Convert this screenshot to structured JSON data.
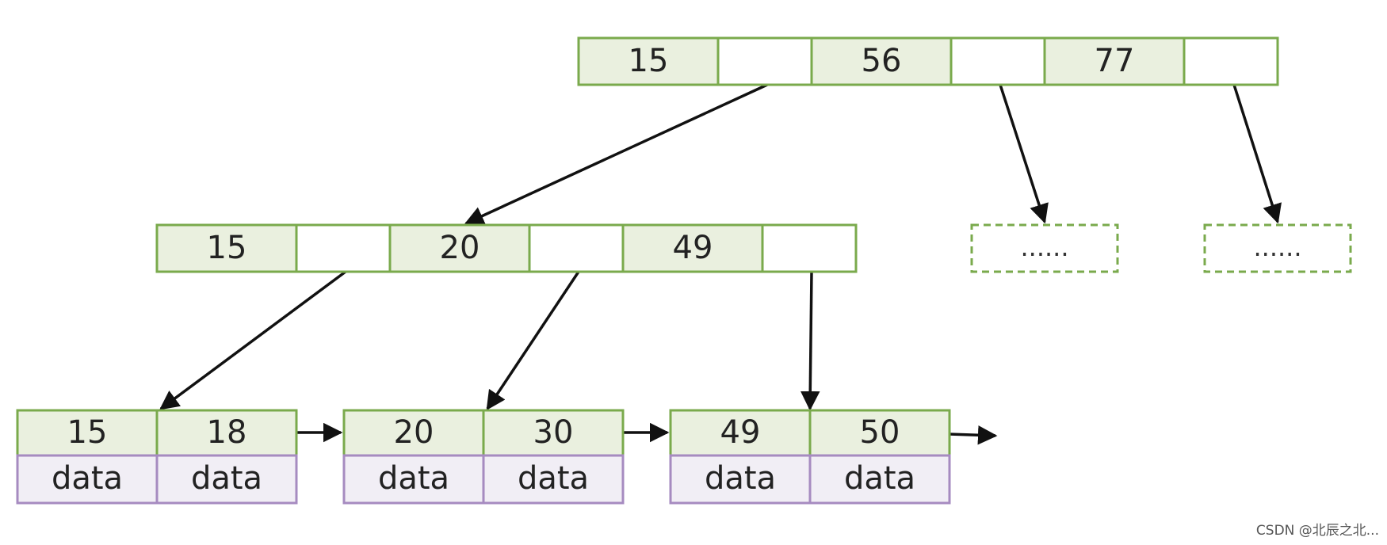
{
  "colors": {
    "key_fill": "#eaf0df",
    "pointer_fill": "#ffffff",
    "node_border": "#7aaa4c",
    "data_fill": "#f1eef5",
    "data_border": "#a68bc0",
    "arrow": "#111111",
    "placeholder_border": "#7aaa4c"
  },
  "root_node": {
    "keys": [
      "15",
      "56",
      "77"
    ]
  },
  "internal_node": {
    "keys": [
      "15",
      "20",
      "49"
    ]
  },
  "placeholders": [
    "......",
    "......"
  ],
  "leaves": [
    {
      "keys": [
        "15",
        "18"
      ],
      "data": [
        "data",
        "data"
      ]
    },
    {
      "keys": [
        "20",
        "30"
      ],
      "data": [
        "data",
        "data"
      ]
    },
    {
      "keys": [
        "49",
        "50"
      ],
      "data": [
        "data",
        "data"
      ]
    }
  ],
  "watermark": "CSDN @北辰之北..."
}
